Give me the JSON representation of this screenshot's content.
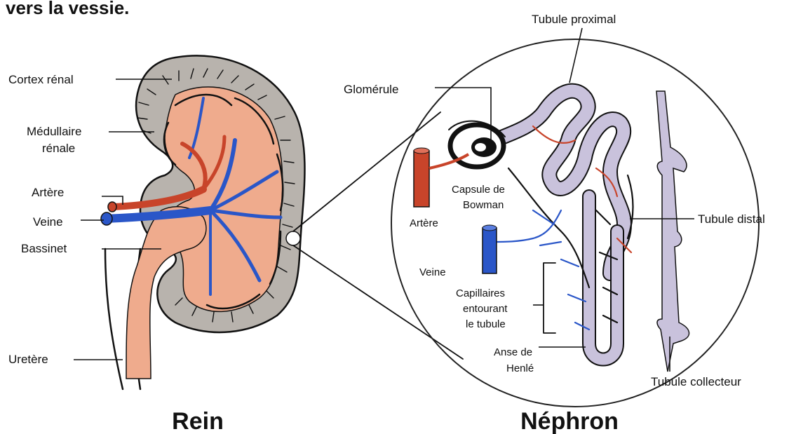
{
  "header_text": "vers la vessie.",
  "kidney": {
    "title": "Rein",
    "labels": {
      "cortex": "Cortex rénal",
      "medulla_line1": "Médullaire",
      "medulla_line2": "rénale",
      "artery": "Artère",
      "vein": "Veine",
      "pelvis": "Bassinet",
      "ureter": "Uretère"
    }
  },
  "nephron": {
    "title": "Néphron",
    "labels": {
      "proximal_tubule": "Tubule proximal",
      "glomerulus": "Glomérule",
      "bowman_line1": "Capsule de",
      "bowman_line2": "Bowman",
      "artery": "Artère",
      "vein": "Veine",
      "distal_tubule": "Tubule distal",
      "capillaries_line1": "Capillaires",
      "capillaries_line2": "entourant",
      "capillaries_line3": "le tubule",
      "loop_line1": "Anse de",
      "loop_line2": "Henlé",
      "collecting_tubule": "Tubule collecteur"
    }
  },
  "colors": {
    "cortex": "#b8b3ad",
    "medulla": "#efab8d",
    "artery": "#c8442a",
    "vein": "#2a56c8",
    "tubule": "#c9c2dc",
    "outline": "#111111"
  }
}
